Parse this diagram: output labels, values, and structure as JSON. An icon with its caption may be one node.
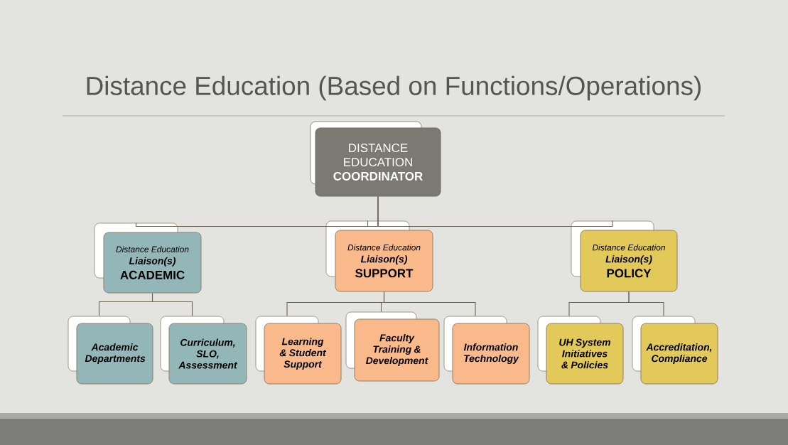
{
  "diagram": {
    "title": "Distance Education (Based on Functions/Operations)",
    "nodes": [
      {
        "text": [
          "DISTANCE EDUCATION",
          "COORDINATOR"
        ]
      },
      {
        "text": [
          "Distance Education",
          "Liaison(s)",
          "ACADEMIC"
        ]
      },
      {
        "text": [
          "Distance Education",
          "Liaison(s)",
          "SUPPORT"
        ]
      },
      {
        "text": [
          "Distance Education",
          "Liaison(s)",
          "POLICY"
        ]
      },
      {
        "text": [
          "Academic Departments"
        ]
      },
      {
        "text": [
          "Curriculum, SLO, Assessment"
        ]
      },
      {
        "text": [
          "Learning & Student Support"
        ]
      },
      {
        "text": [
          "Faculty Training & Development"
        ]
      },
      {
        "text": [
          "Information Technology"
        ]
      },
      {
        "text": [
          "UH System Initiatives & Policies"
        ]
      },
      {
        "text": [
          "Accreditation, Compliance"
        ]
      }
    ],
    "edges": [
      {
        "from": 0,
        "to": 1,
        "arrow": "none"
      },
      {
        "from": 0,
        "to": 2,
        "arrow": "none"
      },
      {
        "from": 0,
        "to": 3,
        "arrow": "none"
      },
      {
        "from": 1,
        "to": 4,
        "arrow": "none"
      },
      {
        "from": 1,
        "to": 5,
        "arrow": "none"
      },
      {
        "from": 2,
        "to": 6,
        "arrow": "none"
      },
      {
        "from": 2,
        "to": 7,
        "arrow": "none"
      },
      {
        "from": 2,
        "to": 8,
        "arrow": "none"
      },
      {
        "from": 3,
        "to": 9,
        "arrow": "none"
      },
      {
        "from": 3,
        "to": 10,
        "arrow": "none"
      }
    ]
  }
}
